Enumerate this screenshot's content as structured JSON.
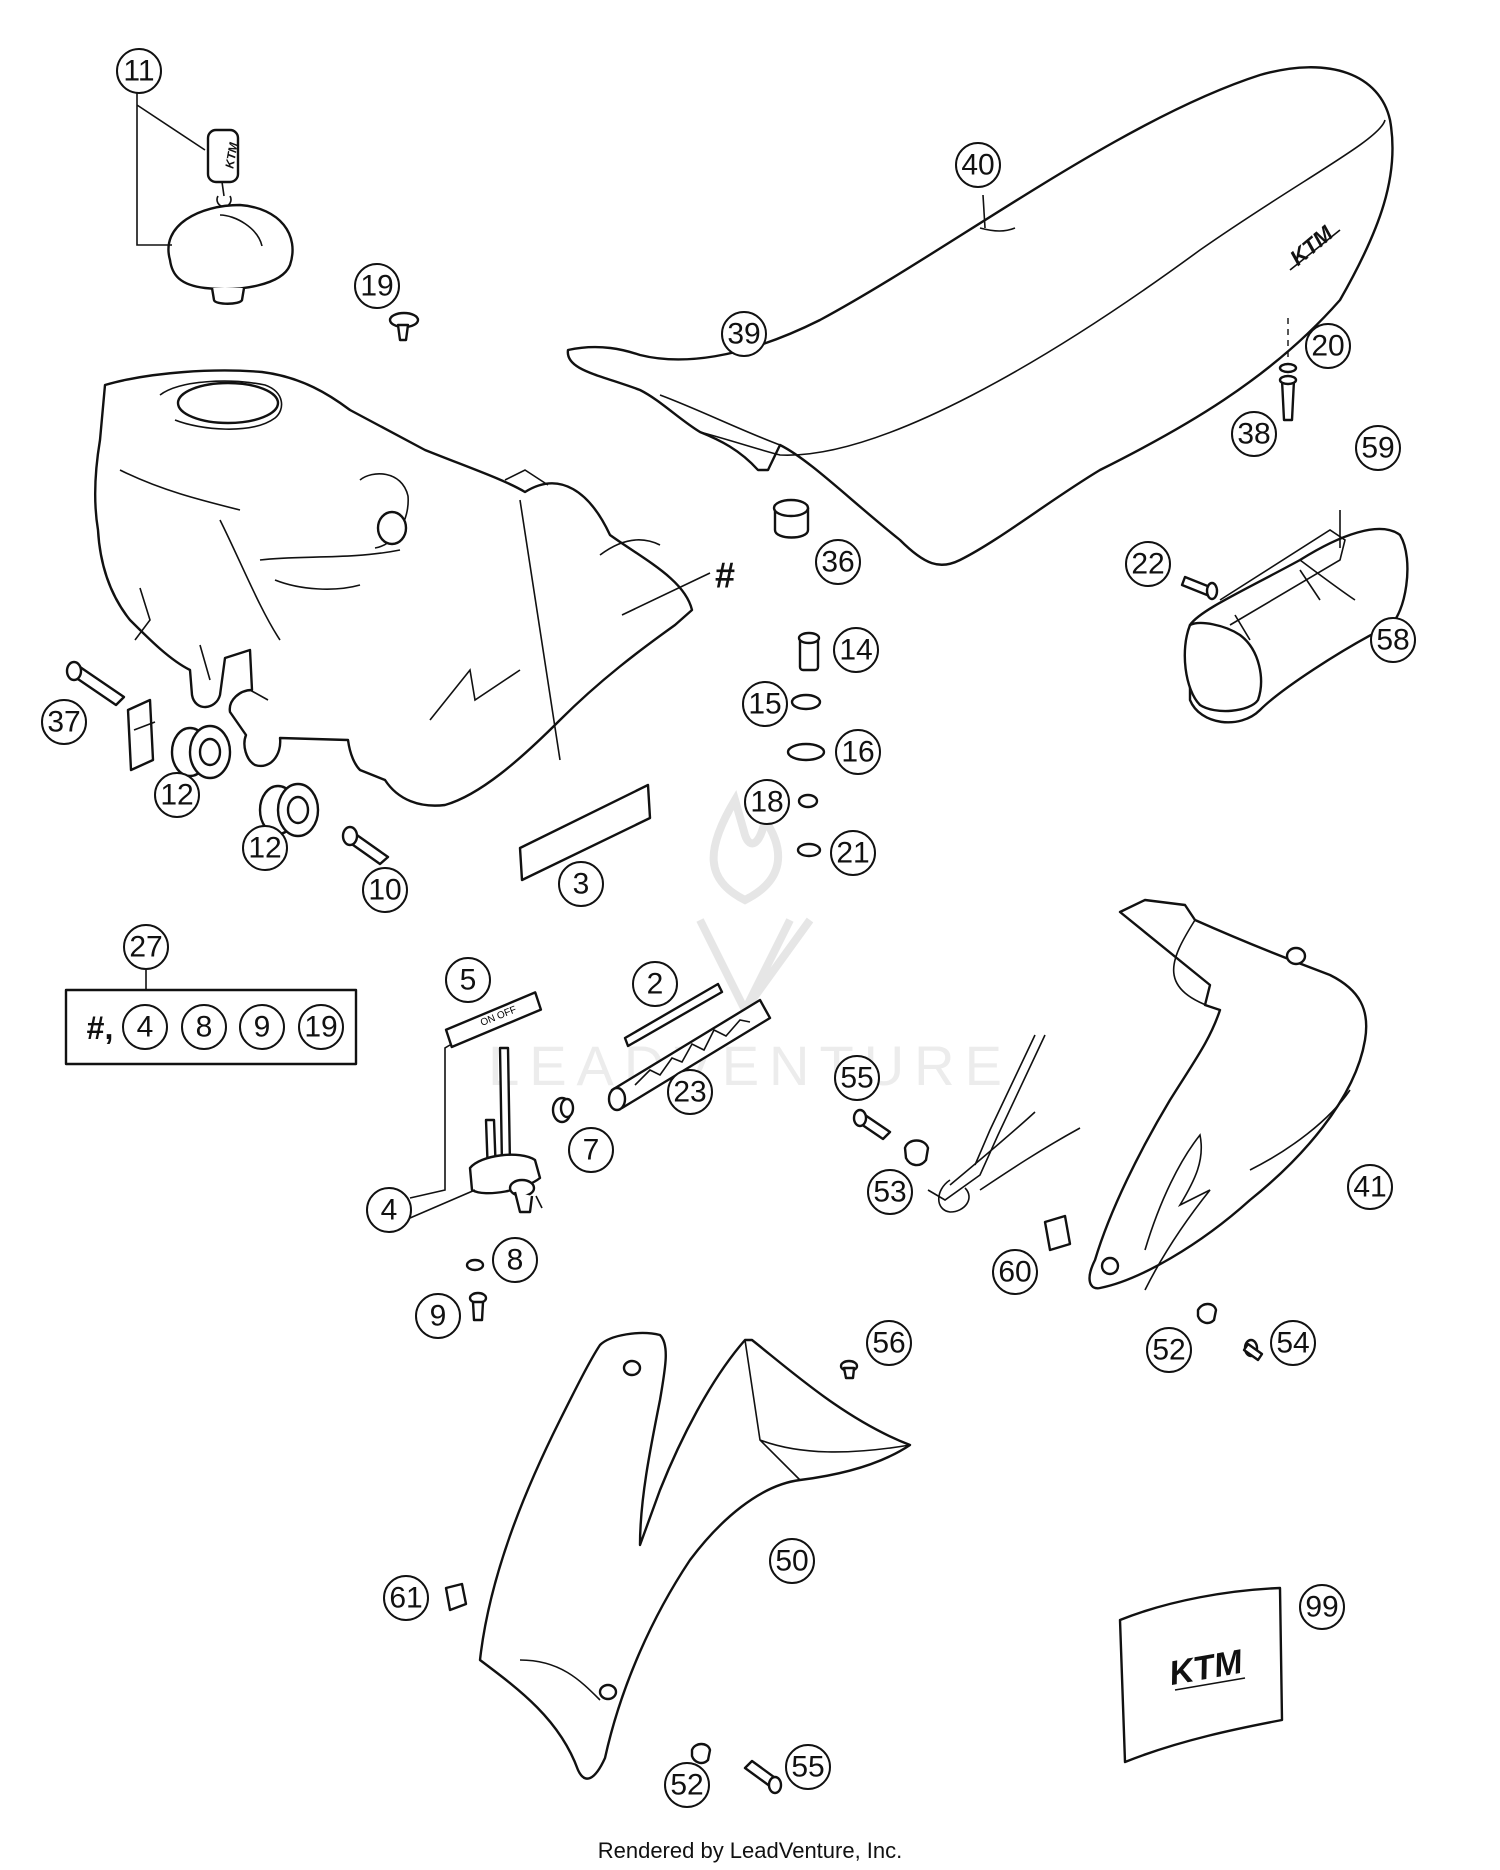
{
  "diagram": {
    "callouts": {
      "c11": "11",
      "c19a": "19",
      "c40": "40",
      "c39": "39",
      "c20": "20",
      "c38": "38",
      "c59": "59",
      "c36": "36",
      "c22": "22",
      "c58": "58",
      "c14": "14",
      "c15": "15",
      "c16": "16",
      "c18": "18",
      "c21": "21",
      "c37": "37",
      "c12a": "12",
      "c12b": "12",
      "c10": "10",
      "c3": "3",
      "c27": "27",
      "c5": "5",
      "c2": "2",
      "c23": "23",
      "c7": "7",
      "c4": "4",
      "c8": "8",
      "c9": "9",
      "c55a": "55",
      "c53": "53",
      "c41": "41",
      "c60": "60",
      "c52a": "52",
      "c54": "54",
      "c56": "56",
      "c50": "50",
      "c61": "61",
      "c99": "99",
      "c52b": "52",
      "c55b": "55"
    },
    "kit_box": {
      "prefix": "#,",
      "items": [
        "4",
        "8",
        "9",
        "19"
      ]
    },
    "hash_label": "#",
    "logo_text": "KTM",
    "watermark": "LEADVENTURE"
  },
  "footer": {
    "text": "Rendered by LeadVenture, Inc."
  }
}
